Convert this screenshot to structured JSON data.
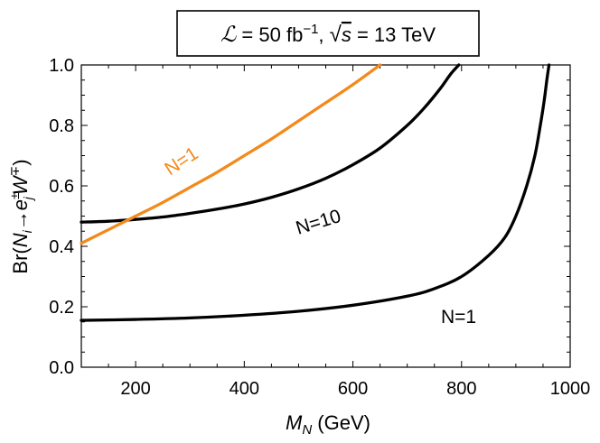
{
  "chart_data": {
    "type": "line",
    "title": {
      "lumi_symbol": "ℒ",
      "lumi_value": " = 50 fb",
      "lumi_exp": "−1",
      "sqrt_prefix": ", ",
      "sqrt_symbol": "√",
      "sqrt_arg": "s",
      "energy": " = 13 TeV"
    },
    "xlabel": {
      "symbol": "M",
      "sub": "N",
      "unit": " (GeV)"
    },
    "ylabel": {
      "prefix": "Br(",
      "n_symbol": "N",
      "n_sub": "i",
      "arrow": "→",
      "e_symbol": "e",
      "e_sup": "±",
      "e_sub": "j",
      "w_symbol": "W",
      "w_sup": "∓",
      "suffix": ")"
    },
    "xlim": [
      100,
      1000
    ],
    "ylim": [
      0.0,
      1.0
    ],
    "xticks": [
      200,
      400,
      600,
      800,
      1000
    ],
    "xtick_labels": [
      "200",
      "400",
      "600",
      "800",
      "1000"
    ],
    "yticks": [
      0.0,
      0.2,
      0.4,
      0.6,
      0.8,
      1.0
    ],
    "ytick_labels": [
      "0.0",
      "0.2",
      "0.4",
      "0.6",
      "0.8",
      "1.0"
    ],
    "grid": false,
    "series": [
      {
        "name": "N=1",
        "color": "#f28a1c",
        "label_text": "N=1",
        "x": [
          100,
          150,
          200,
          250,
          300,
          350,
          400,
          450,
          500,
          550,
          600,
          650
        ],
        "values": [
          0.41,
          0.455,
          0.5,
          0.545,
          0.595,
          0.645,
          0.7,
          0.755,
          0.815,
          0.875,
          0.935,
          1.0
        ]
      },
      {
        "name": "N=10",
        "color": "#000000",
        "label_text": "N=10",
        "x": [
          100,
          150,
          200,
          250,
          300,
          350,
          400,
          450,
          500,
          550,
          600,
          650,
          700,
          730,
          760,
          780,
          795
        ],
        "values": [
          0.48,
          0.483,
          0.489,
          0.497,
          0.509,
          0.523,
          0.54,
          0.562,
          0.59,
          0.625,
          0.67,
          0.725,
          0.8,
          0.855,
          0.92,
          0.97,
          1.0
        ]
      },
      {
        "name": "N=1",
        "color": "#000000",
        "label_text": "N=1",
        "x": [
          100,
          200,
          300,
          400,
          500,
          600,
          700,
          750,
          800,
          850,
          880,
          900,
          920,
          935,
          945,
          952,
          957,
          961
        ],
        "values": [
          0.155,
          0.158,
          0.163,
          0.172,
          0.185,
          0.205,
          0.235,
          0.26,
          0.3,
          0.37,
          0.43,
          0.5,
          0.6,
          0.7,
          0.8,
          0.88,
          0.95,
          1.0
        ]
      }
    ]
  }
}
